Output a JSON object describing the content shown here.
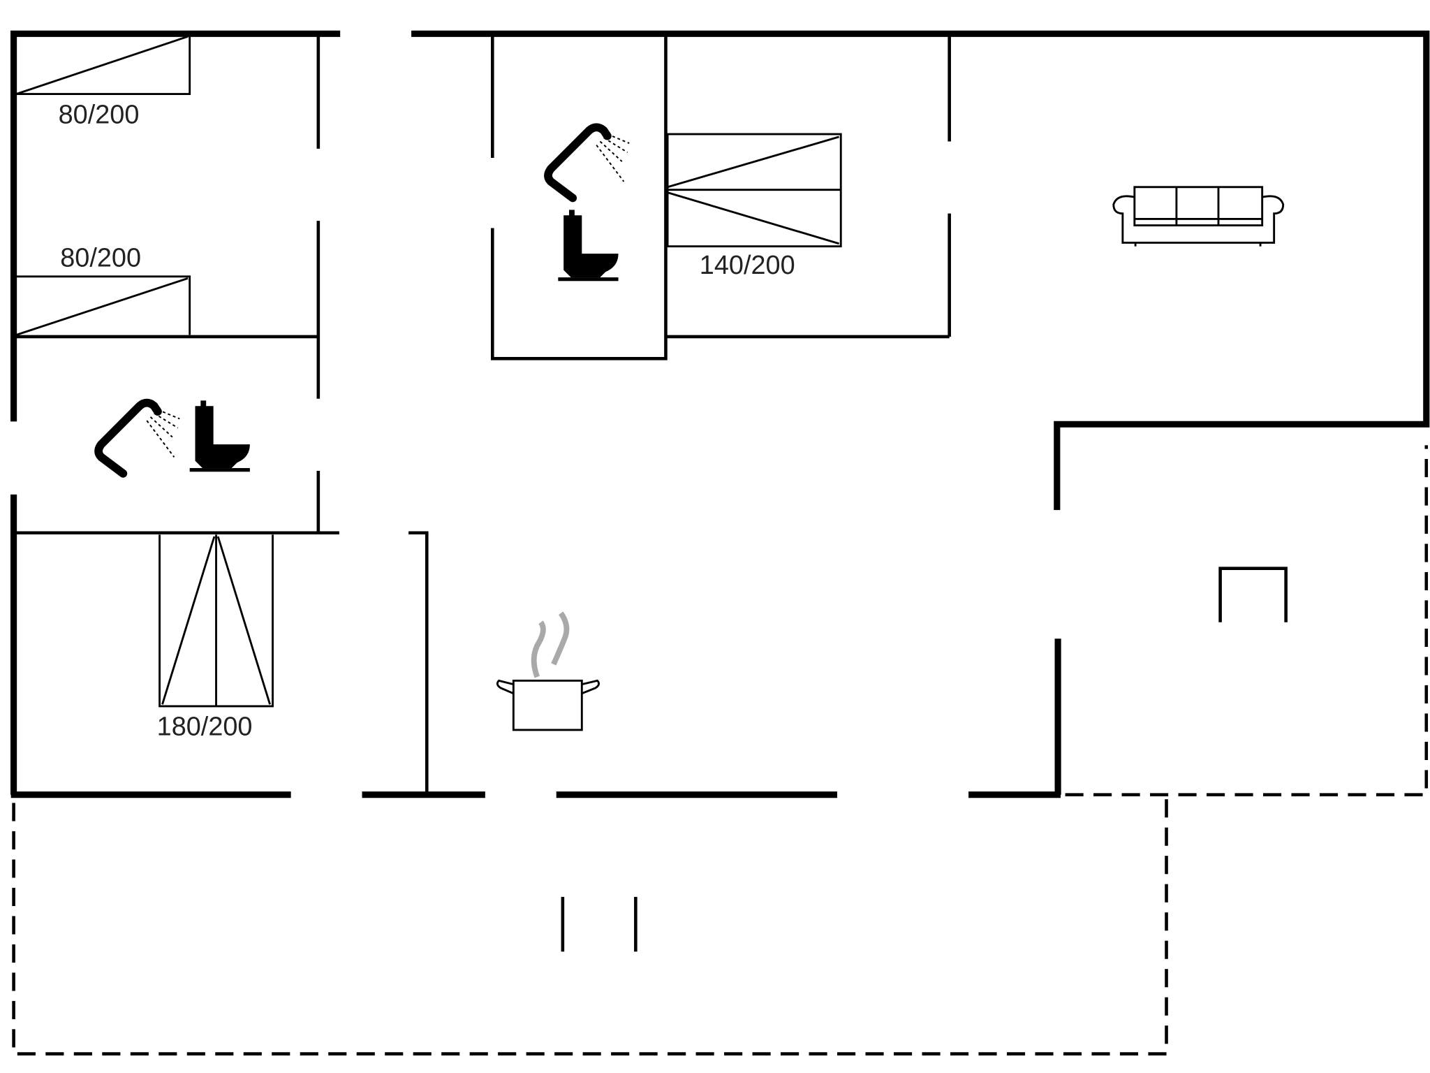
{
  "floorplan": {
    "title": "",
    "beds": [
      {
        "id": "bed-1",
        "label": "80/200"
      },
      {
        "id": "bed-2",
        "label": "80/200"
      },
      {
        "id": "bed-3",
        "label": "140/200"
      },
      {
        "id": "bed-4",
        "label": "180/200"
      }
    ],
    "icons": [
      {
        "id": "shower-1",
        "name": "shower-icon"
      },
      {
        "id": "toilet-1",
        "name": "toilet-icon"
      },
      {
        "id": "shower-2",
        "name": "shower-icon"
      },
      {
        "id": "toilet-2",
        "name": "toilet-icon"
      },
      {
        "id": "sofa",
        "name": "sofa-icon"
      },
      {
        "id": "kitchen",
        "name": "cooking-pot-icon"
      },
      {
        "id": "fireplace",
        "name": "fireplace-icon"
      }
    ],
    "colors": {
      "wall": "#000000",
      "background": "#ffffff",
      "steam": "#a9a9a9"
    }
  }
}
